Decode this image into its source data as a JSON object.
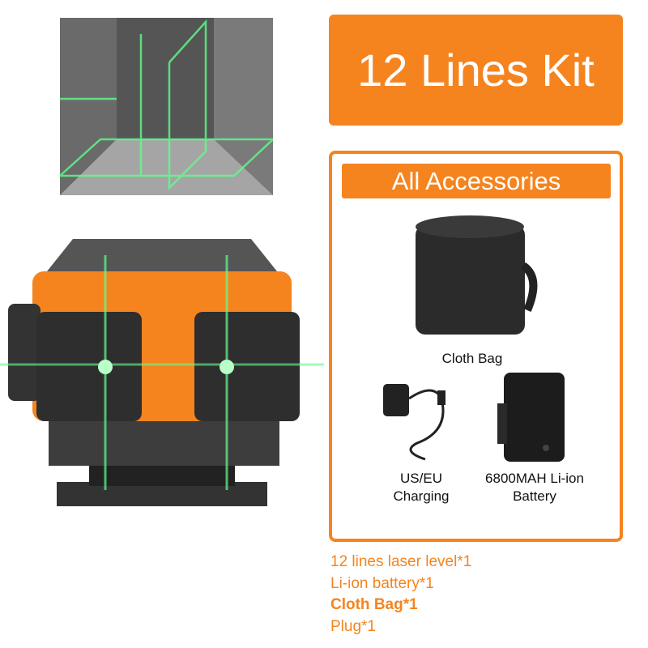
{
  "title": "12 Lines Kit",
  "accessories": {
    "header": "All Accessories",
    "items": [
      {
        "label": "Cloth Bag",
        "icon": "cloth-bag-icon"
      },
      {
        "label_line1": "US/EU",
        "label_line2": "Charging",
        "icon": "charger-icon"
      },
      {
        "label_line1": "6800MAH Li-ion",
        "label_line2": "Battery",
        "icon": "battery-icon"
      }
    ]
  },
  "package_list": [
    "12 lines laser level*1",
    "Li-ion battery*1",
    "Cloth Bag*1",
    "Plug*1"
  ],
  "colors": {
    "accent": "#f5841f",
    "laser": "#4dff7a"
  }
}
